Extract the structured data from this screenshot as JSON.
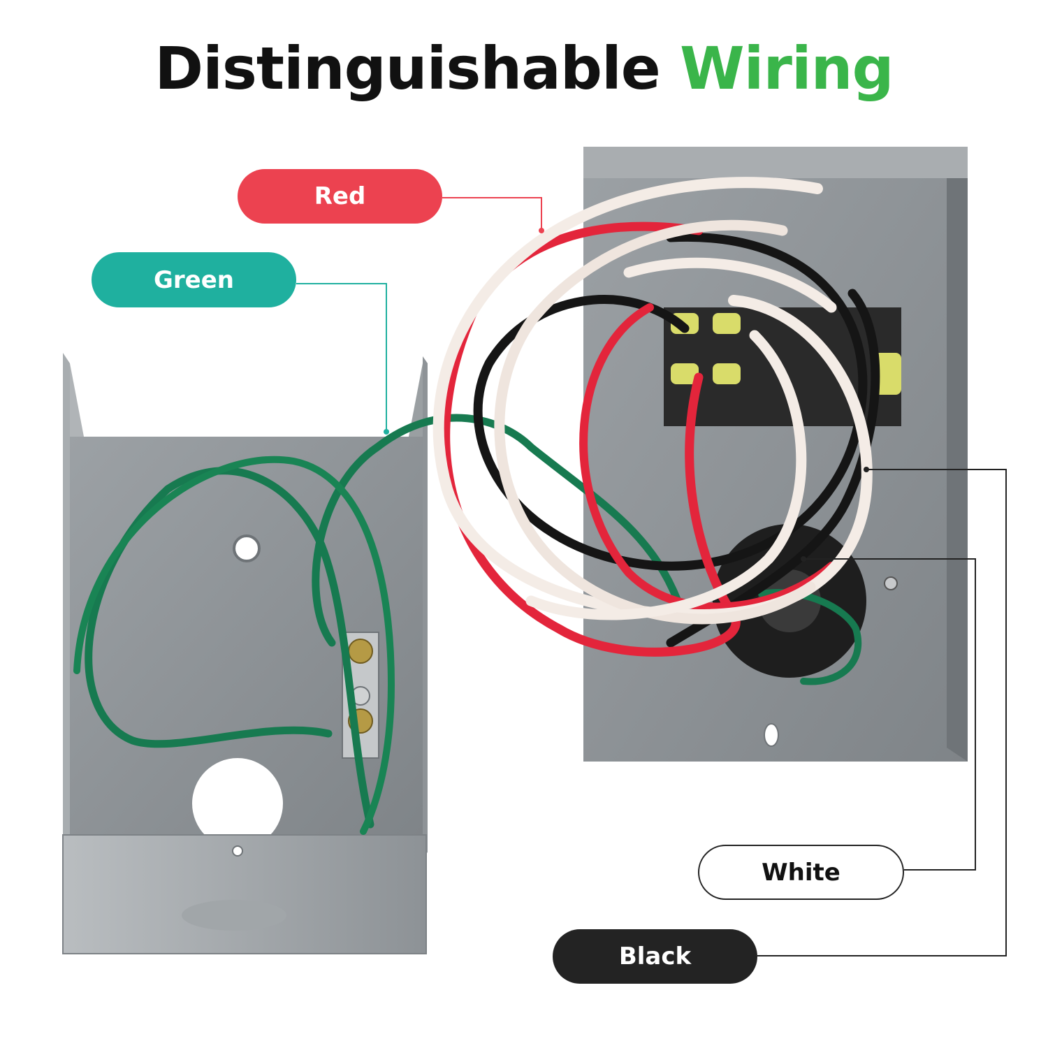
{
  "title": {
    "part1": "Distinguishable",
    "part2": "Wiring"
  },
  "labels": {
    "red": "Red",
    "green": "Green",
    "white": "White",
    "black": "Black"
  },
  "colors": {
    "title_text": "#111111",
    "title_accent": "#3ab54a",
    "red_label": "#ec4250",
    "green_label": "#1fb09f",
    "white_label": "#ffffff",
    "black_label": "#232323",
    "box_gray": "#8f9498"
  }
}
